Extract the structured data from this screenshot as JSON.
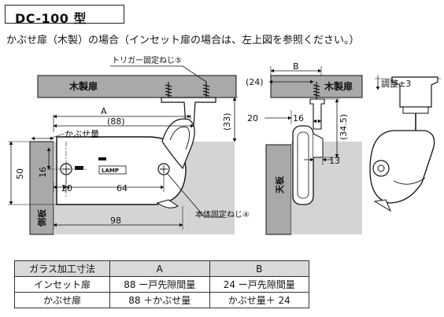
{
  "header": {
    "title": "DC-100 型",
    "caption": "かぶせ扉（木製）の場合（インセット扉の場合は、左上図を参照ください。）"
  },
  "drawing": {
    "front_view": {
      "door_label": "木製扉",
      "trigger_screw_label": "トリガー固定ねじ⑤",
      "body_screw_label": "本体固定ねじ④",
      "side_panel_label": "側板",
      "overlap_label": "かぶせ量",
      "logo_text": "LAMP",
      "dims": {
        "A": "A",
        "d88": "(88)",
        "d33": "(33)",
        "d50": "50",
        "d16": "16",
        "d20": "20",
        "d64": "64",
        "d98": "98"
      }
    },
    "side_view": {
      "door_label": "木製扉",
      "ceiling_label": "天板",
      "dims": {
        "B": "B",
        "d24": "(24)",
        "d20": "20",
        "d16": "16",
        "d34_5": "(34.5)",
        "d13": "13"
      }
    },
    "third_view": {
      "adjust_label": "調整±3"
    },
    "colors": {
      "panel_fill": "#a9a9a9",
      "light_fill": "#d4d4d4",
      "line": "#111111"
    }
  },
  "table": {
    "headers": [
      "ガラス加工寸法",
      "A",
      "B"
    ],
    "rows": [
      [
        "インセット扉",
        "88 ー戸先隙間量",
        "24 ー戸先隙間量"
      ],
      [
        "かぶせ扉",
        "88 ＋かぶせ量",
        "かぶせ量＋ 24"
      ]
    ]
  }
}
